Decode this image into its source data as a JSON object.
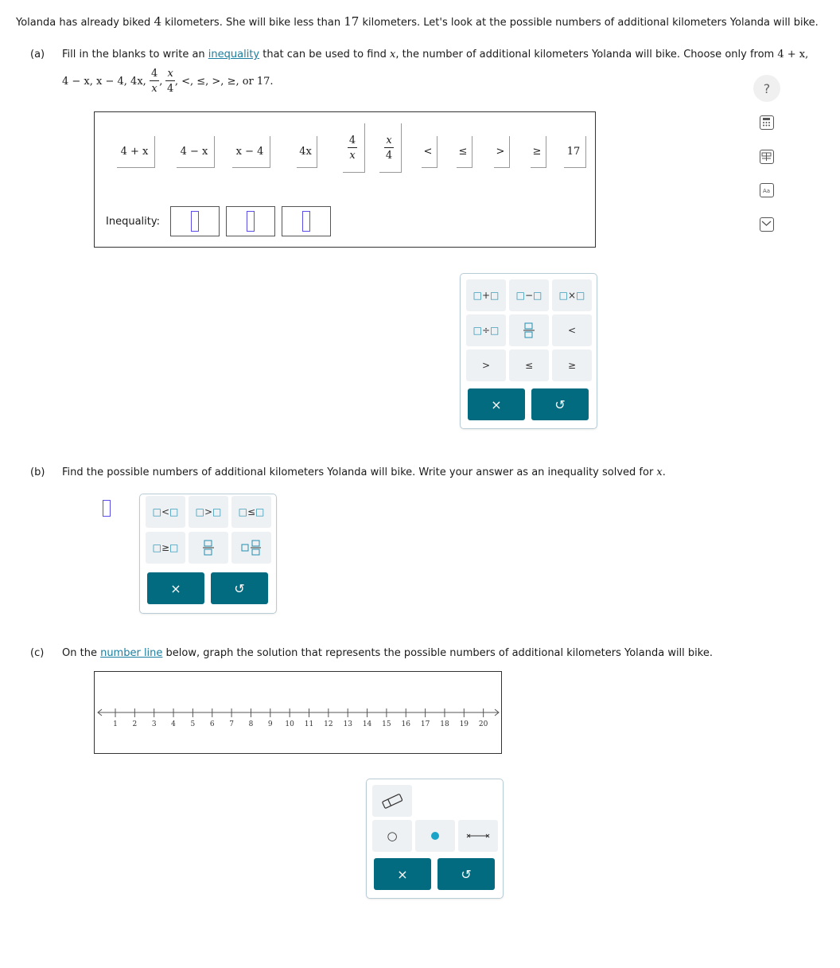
{
  "intro": {
    "t1": "Yolanda has already biked ",
    "n1": "4",
    "t2": " kilometers. She will bike less than ",
    "n2": "17",
    "t3": " kilometers. Let's look at the possible numbers of additional kilometers Yolanda will bike."
  },
  "part_a": {
    "label": "(a)",
    "t1": "Fill in the blanks to write an ",
    "link": "inequality",
    "t2": " that can be used to find ",
    "var": "x",
    "t3": ", the number of additional kilometers Yolanda will bike. Choose only from ",
    "opt0": "4 + x,",
    "line2_opts": "4 − x, x − 4, 4x,",
    "frac1_num": "4",
    "frac1_den": "x",
    "frac2_num": "x",
    "frac2_den": "4",
    "line2_tail": ", <, ≤, >, ≥, or 17.",
    "tiles": [
      "4 + x",
      "4 − x",
      "x − 4",
      "4x",
      "",
      "",
      "<",
      "≤",
      ">",
      "≥",
      "17"
    ],
    "tile_frac1": {
      "num": "4",
      "den": "x"
    },
    "tile_frac2": {
      "num": "x",
      "den": "4"
    },
    "inequality_label": "Inequality:"
  },
  "keypad_a": {
    "keys": [
      {
        "l": "□",
        "op": "+",
        "r": "□"
      },
      {
        "l": "□",
        "op": "−",
        "r": "□"
      },
      {
        "l": "□",
        "op": "×",
        "r": "□"
      },
      {
        "l": "□",
        "op": "÷",
        "r": "□"
      },
      {
        "l": "",
        "op": "",
        "r": ""
      },
      {
        "l": "",
        "op": "<",
        "r": ""
      },
      {
        "l": "",
        "op": ">",
        "r": ""
      },
      {
        "l": "",
        "op": "≤",
        "r": ""
      },
      {
        "l": "",
        "op": "≥",
        "r": ""
      }
    ],
    "clear": "×",
    "undo": "↺"
  },
  "part_b": {
    "label": "(b)",
    "t1": "Find the possible numbers of additional kilometers Yolanda will bike. Write your answer as an inequality solved for ",
    "var": "x",
    "t2": "."
  },
  "keypad_b": {
    "keys": [
      {
        "l": "□",
        "op": "<",
        "r": "□"
      },
      {
        "l": "□",
        "op": ">",
        "r": "□"
      },
      {
        "l": "□",
        "op": "≤",
        "r": "□"
      },
      {
        "l": "□",
        "op": "≥",
        "r": "□"
      }
    ],
    "clear": "×",
    "undo": "↺"
  },
  "part_c": {
    "label": "(c)",
    "t1": "On the ",
    "link": "number line",
    "t2": " below, graph the solution that represents the possible numbers of additional kilometers Yolanda will bike."
  },
  "number_line": {
    "ticks": [
      "1",
      "2",
      "3",
      "4",
      "5",
      "6",
      "7",
      "8",
      "9",
      "10",
      "11",
      "12",
      "13",
      "14",
      "15",
      "16",
      "17",
      "18",
      "19",
      "20"
    ]
  },
  "graph_pad": {
    "open_dot": "○",
    "clear": "×",
    "undo": "↺"
  },
  "side_tools": {
    "help": "?"
  },
  "colors": {
    "accent": "#036b80",
    "link": "#1a7fa0",
    "cursor": "#5b4ee8",
    "keybg": "#eef1f3",
    "dot": "#1aa3c8"
  }
}
